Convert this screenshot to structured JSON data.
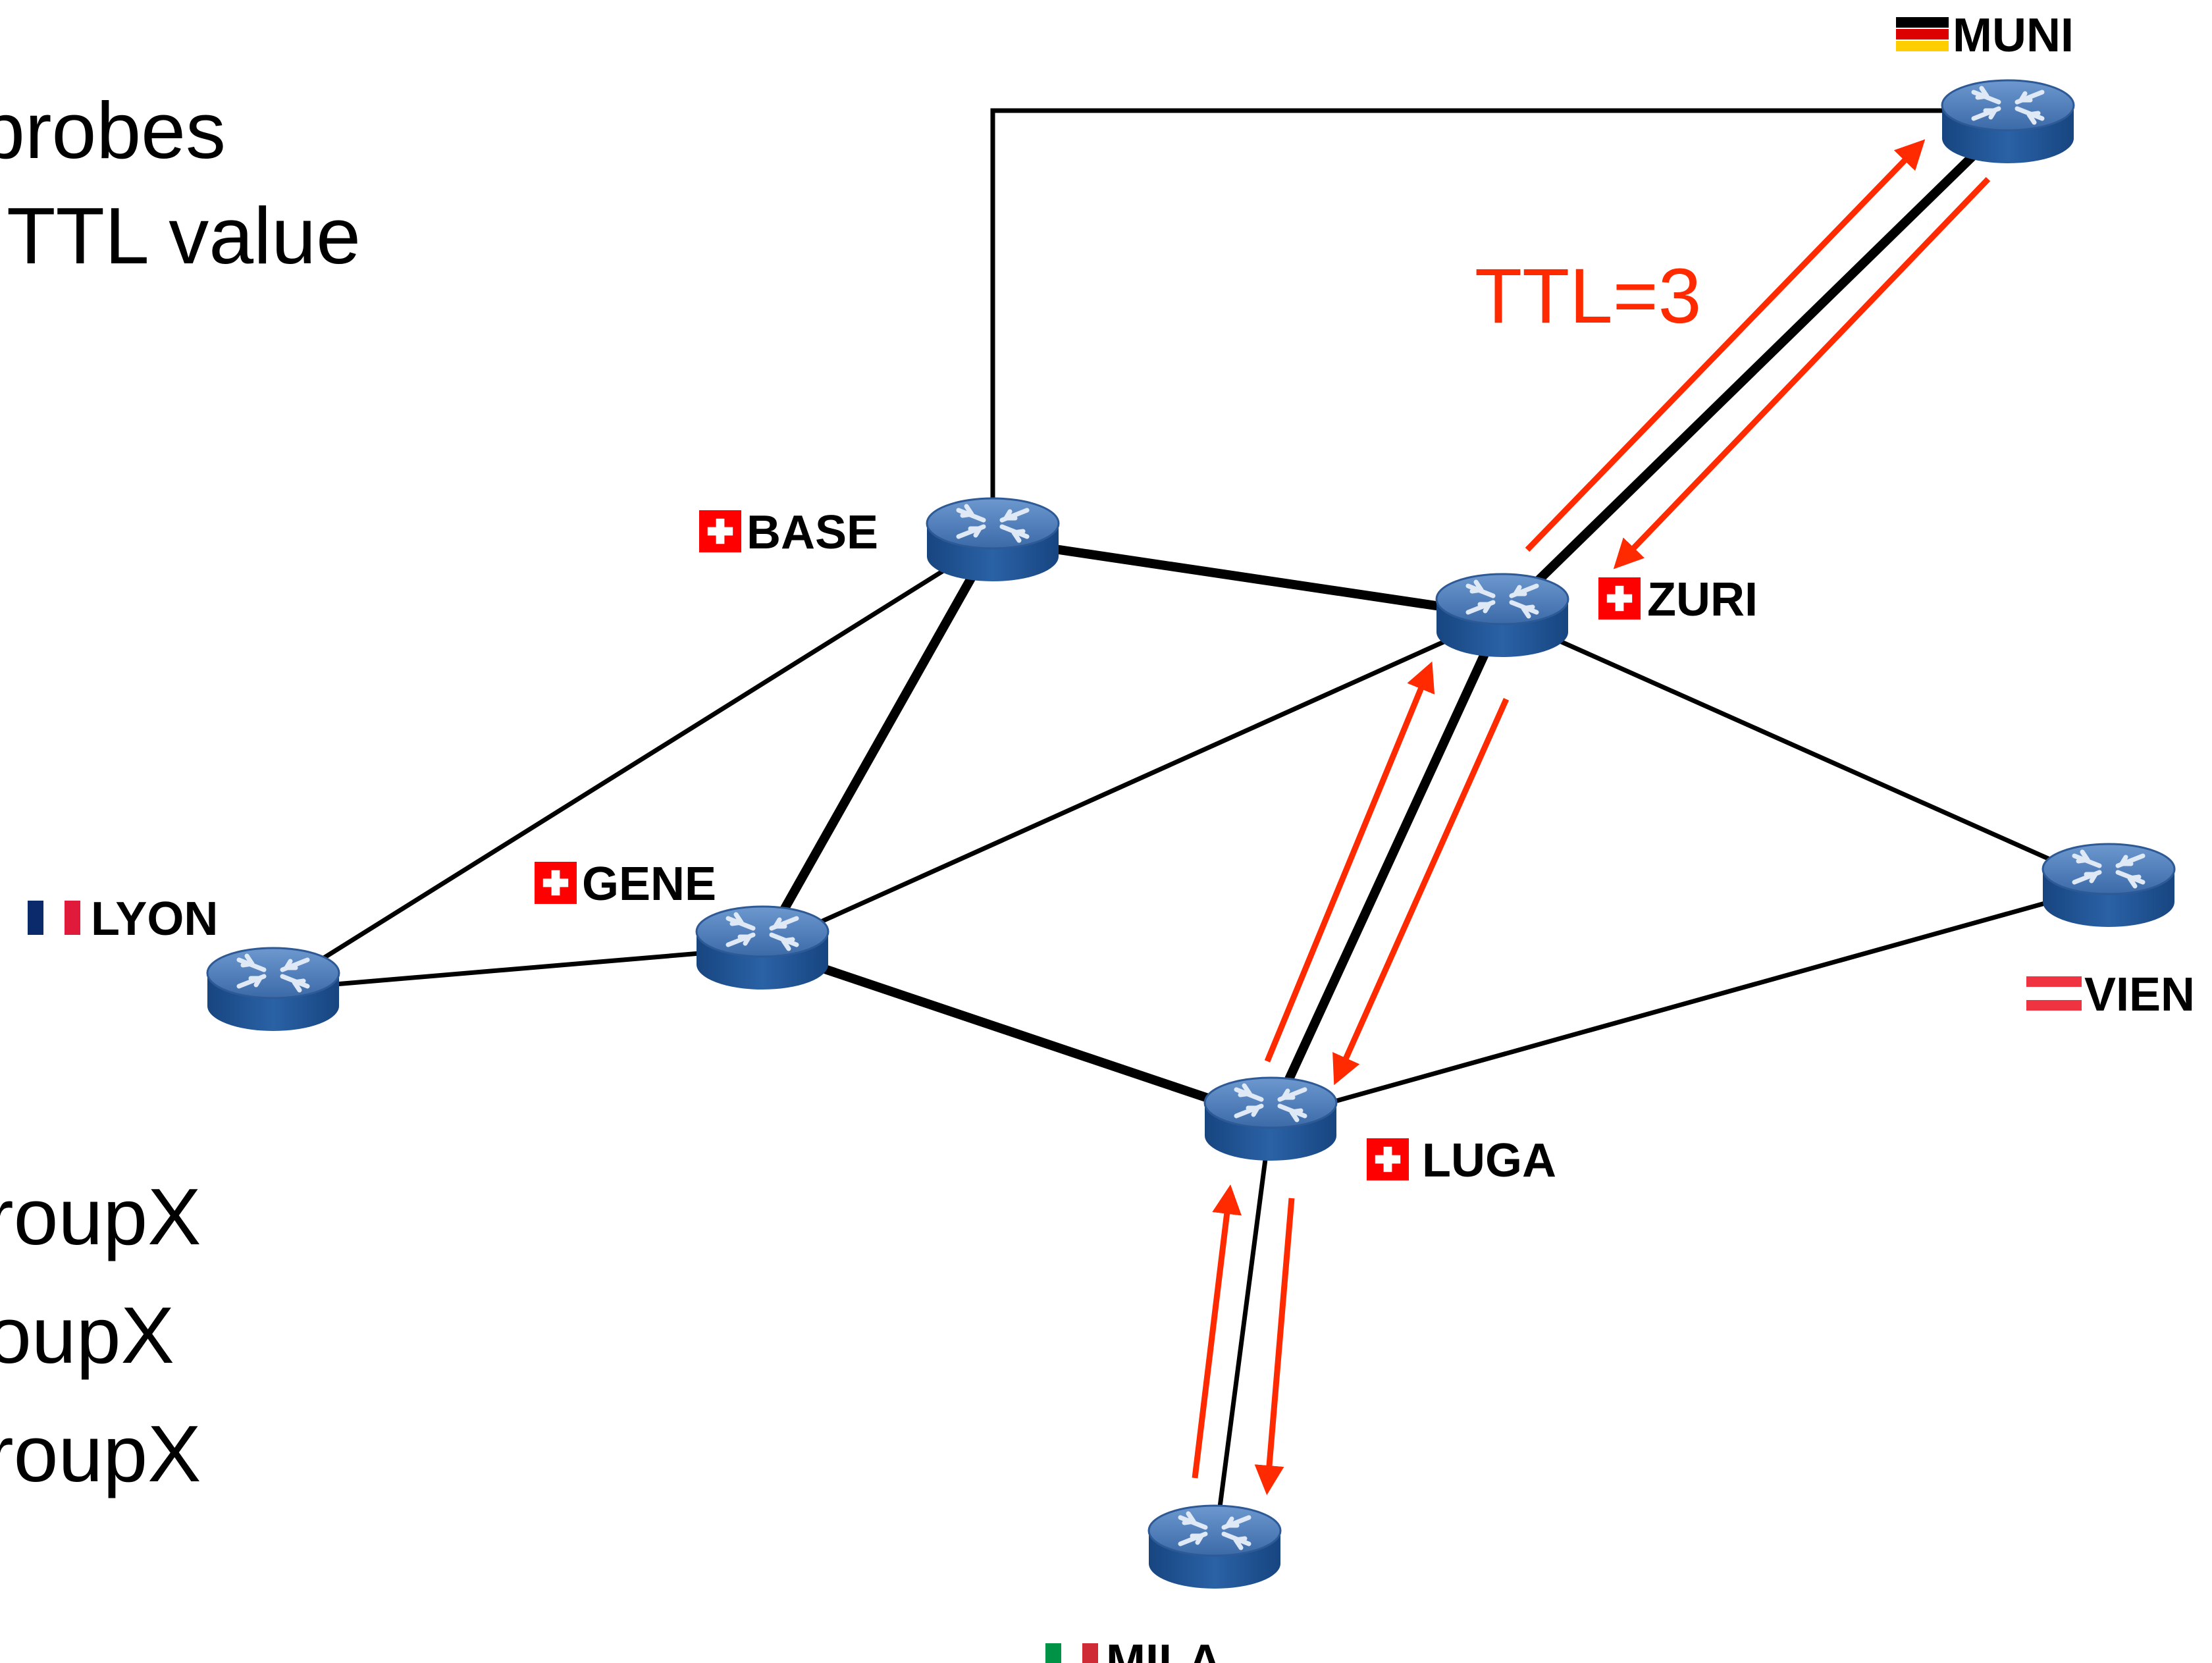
{
  "colors": {
    "link": "#000000",
    "probe": "#ff2a00",
    "router_top": "#4d7bb8",
    "router_side": "#1d4f8f",
    "swiss_red": "#ff0000",
    "fr_blue": "#0b2a6b",
    "fr_red": "#e01a3b",
    "de_red": "#dd0000",
    "de_gold": "#ffce00",
    "at_red": "#ef3340",
    "it_green": "#009246",
    "it_red": "#ce2b37"
  },
  "slide_text": {
    "line1": "probes",
    "line2": "TTL value",
    "line3": "roupX",
    "line4": "oupX",
    "line5": "roupX"
  },
  "ttl_label": "TTL=3",
  "routers": [
    {
      "id": "MUNI",
      "label": "MUNI",
      "flag": "de",
      "icon": "router-icon"
    },
    {
      "id": "BASE",
      "label": "BASE",
      "flag": "ch",
      "icon": "router-icon"
    },
    {
      "id": "ZURI",
      "label": "ZURI",
      "flag": "ch",
      "icon": "router-icon"
    },
    {
      "id": "LYON",
      "label": "LYON",
      "flag": "fr",
      "icon": "router-icon"
    },
    {
      "id": "GENE",
      "label": "GENE",
      "flag": "ch",
      "icon": "router-icon"
    },
    {
      "id": "VIEN",
      "label": "VIEN",
      "flag": "at",
      "icon": "router-icon"
    },
    {
      "id": "LUGA",
      "label": "LUGA",
      "flag": "ch",
      "icon": "router-icon"
    },
    {
      "id": "MILA",
      "label": "MILA",
      "flag": "it",
      "icon": "router-icon"
    }
  ],
  "links": [
    {
      "from": "BASE",
      "to": "MUNI",
      "weight": "thin"
    },
    {
      "from": "BASE",
      "to": "ZURI",
      "weight": "thick"
    },
    {
      "from": "BASE",
      "to": "LYON",
      "weight": "thin"
    },
    {
      "from": "BASE",
      "to": "GENE",
      "weight": "thick"
    },
    {
      "from": "LYON",
      "to": "GENE",
      "weight": "thin"
    },
    {
      "from": "GENE",
      "to": "ZURI",
      "weight": "thin"
    },
    {
      "from": "GENE",
      "to": "LUGA",
      "weight": "thick"
    },
    {
      "from": "ZURI",
      "to": "MUNI",
      "weight": "thick"
    },
    {
      "from": "ZURI",
      "to": "VIEN",
      "weight": "thin"
    },
    {
      "from": "ZURI",
      "to": "LUGA",
      "weight": "thick"
    },
    {
      "from": "VIEN",
      "to": "LUGA",
      "weight": "thin"
    },
    {
      "from": "LUGA",
      "to": "MILA",
      "weight": "thin"
    }
  ],
  "probe_arrows": [
    {
      "segment": "MILA-LUGA",
      "direction": "up"
    },
    {
      "segment": "LUGA-MILA",
      "direction": "down"
    },
    {
      "segment": "LUGA-ZURI",
      "direction": "up"
    },
    {
      "segment": "ZURI-LUGA",
      "direction": "down"
    },
    {
      "segment": "ZURI-MUNI",
      "direction": "up"
    },
    {
      "segment": "MUNI-ZURI",
      "direction": "down"
    }
  ]
}
